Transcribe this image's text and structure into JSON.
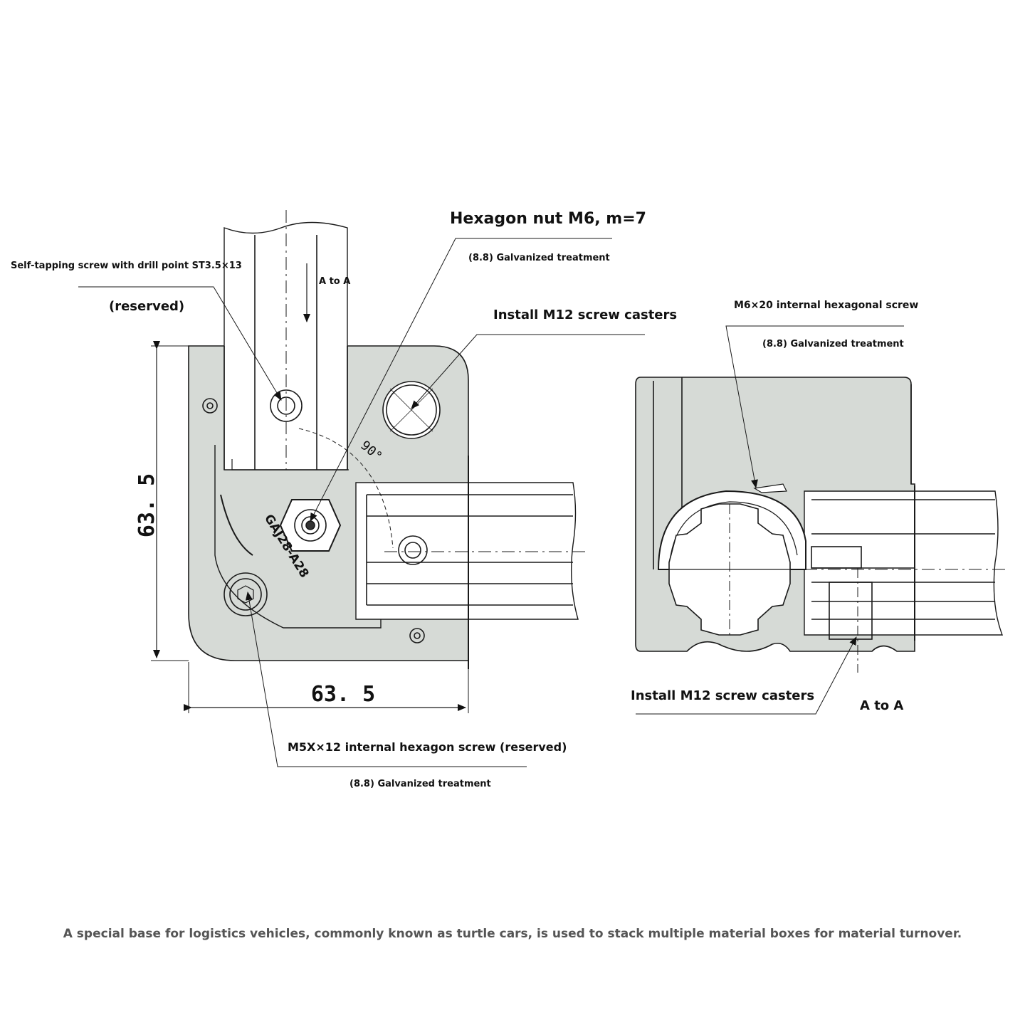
{
  "labels": {
    "hex_nut": "Hexagon nut M6, m=7",
    "hex_nut_treatment": "(8.8) Galvanized treatment",
    "self_tapping": "Self-tapping screw with drill point ST3.5×13",
    "reserved": "(reserved)",
    "section_mark_top": "A to A",
    "casters_left": "Install M12 screw casters",
    "m6_screw": "M6×20 internal hexagonal screw",
    "m6_treatment": "(8.8) Galvanized treatment",
    "casters_right": "Install M12 screw casters",
    "section_mark_right": "A to A",
    "m5_screw": "M5X×12 internal hexagon screw (reserved)",
    "m5_treatment": "(8.8) Galvanized treatment",
    "dim_vertical": "63. 5",
    "dim_horizontal": "63. 5",
    "angle": "90°",
    "part_mark": "GAJ28-A28"
  },
  "caption": "A special base for logistics vehicles, commonly known as turtle cars, is used to stack multiple material boxes for material turnover.",
  "colors": {
    "part_fill": "#d6dad6",
    "line": "#1a1a1a",
    "caption": "#555555"
  }
}
